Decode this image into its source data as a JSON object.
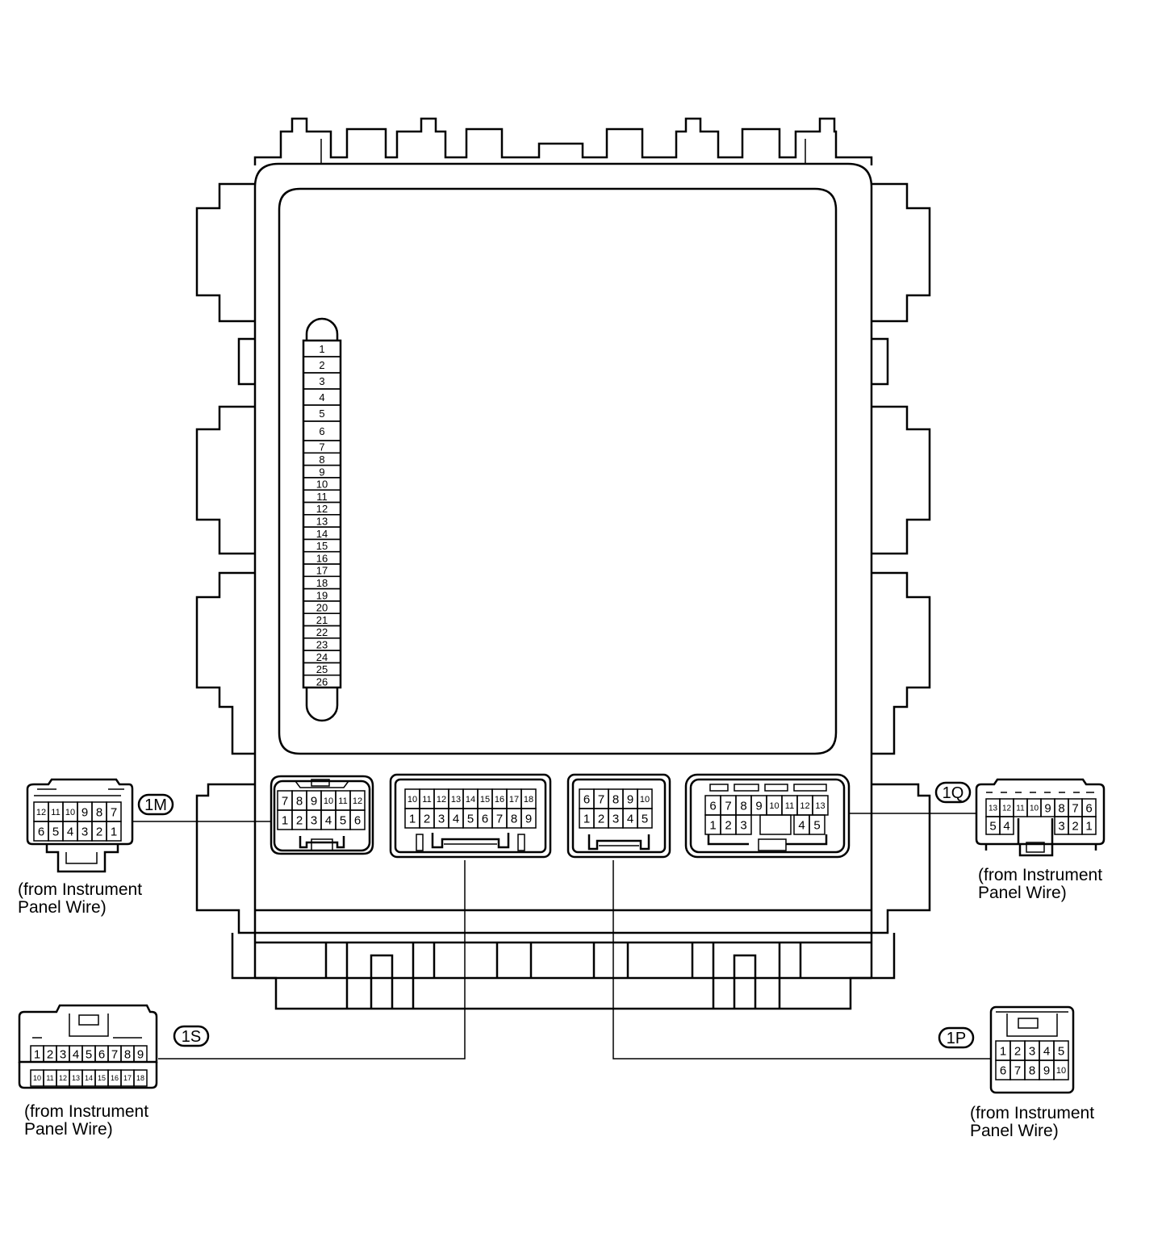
{
  "fuse_strip": {
    "numbers": [
      "1",
      "2",
      "3",
      "4",
      "5",
      "6",
      "7",
      "8",
      "9",
      "10",
      "11",
      "12",
      "13",
      "14",
      "15",
      "16",
      "17",
      "18",
      "19",
      "20",
      "21",
      "22",
      "23",
      "24",
      "25",
      "26"
    ]
  },
  "connectors": {
    "c1M": {
      "tag": "1M",
      "caption_line1": "(from Instrument",
      "caption_line2": "Panel Wire)",
      "top_row": [
        "12",
        "11",
        "10",
        "9",
        "8",
        "7"
      ],
      "bottom_row": [
        "6",
        "5",
        "4",
        "3",
        "2",
        "1"
      ],
      "socket_top": [
        "7",
        "8",
        "9",
        "10",
        "11",
        "12"
      ],
      "socket_bottom": [
        "1",
        "2",
        "3",
        "4",
        "5",
        "6"
      ]
    },
    "c1Q": {
      "tag": "1Q",
      "caption_line1": "(from Instrument",
      "caption_line2": "Panel Wire)",
      "top_row": [
        "13",
        "12",
        "11",
        "10",
        "9",
        "8",
        "7",
        "6"
      ],
      "bottom_left": [
        "5",
        "4"
      ],
      "bottom_right": [
        "3",
        "2",
        "1"
      ],
      "socket_top": [
        "6",
        "7",
        "8",
        "9",
        "10",
        "11",
        "12",
        "13"
      ],
      "socket_bottom_left": [
        "1",
        "2",
        "3"
      ],
      "socket_bottom_right": [
        "4",
        "5"
      ]
    },
    "c1S": {
      "tag": "1S",
      "caption_line1": "(from Instrument",
      "caption_line2": "Panel Wire)",
      "top_row": [
        "1",
        "2",
        "3",
        "4",
        "5",
        "6",
        "7",
        "8",
        "9"
      ],
      "bottom_row": [
        "10",
        "11",
        "12",
        "13",
        "14",
        "15",
        "16",
        "17",
        "18"
      ],
      "socket_top": [
        "10",
        "11",
        "12",
        "13",
        "14",
        "15",
        "16",
        "17",
        "18"
      ],
      "socket_bottom": [
        "1",
        "2",
        "3",
        "4",
        "5",
        "6",
        "7",
        "8",
        "9"
      ]
    },
    "c1P": {
      "tag": "1P",
      "caption_line1": "(from Instrument",
      "caption_line2": "Panel Wire)",
      "top_row": [
        "1",
        "2",
        "3",
        "4",
        "5"
      ],
      "bottom_row": [
        "6",
        "7",
        "8",
        "9",
        "10"
      ],
      "socket_top": [
        "6",
        "7",
        "8",
        "9",
        "10"
      ],
      "socket_bottom": [
        "1",
        "2",
        "3",
        "4",
        "5"
      ]
    }
  }
}
